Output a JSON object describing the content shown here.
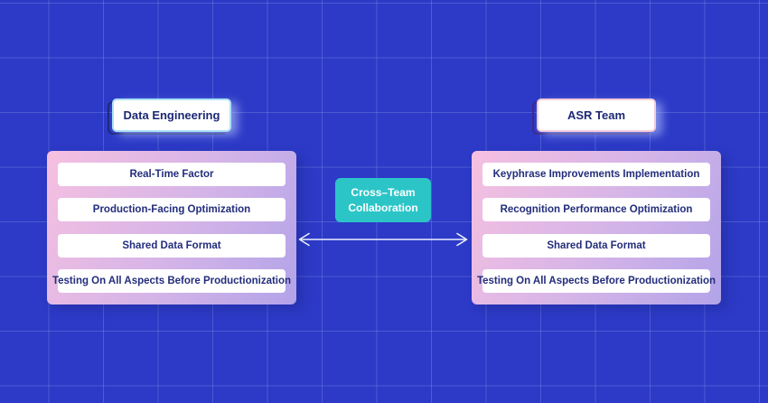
{
  "canvas": {
    "background_color": "#2c3ac7",
    "grid_line_color": "#aebcf0"
  },
  "teams": {
    "left": {
      "title": "Data Engineering",
      "accent_border_color": "#ace0f5",
      "offset_outline_color": "#1d2a7c",
      "items": [
        "Real-Time Factor",
        "Production-Facing Optimization",
        "Shared Data Format",
        "Testing On All Aspects Before Productionization"
      ]
    },
    "right": {
      "title": "ASR Team",
      "accent_border_color": "#f5ccd8",
      "offset_outline_color": "#3e2a88",
      "items": [
        "Keyphrase Improvements Implementation",
        "Recognition Performance Optimization",
        "Shared Data Format",
        "Testing On All Aspects Before Productionization"
      ]
    }
  },
  "panel": {
    "gradient_from": "#f6c0e0",
    "gradient_to": "#b2a3e8",
    "item_text_color": "#232d7c"
  },
  "collaboration": {
    "label_line1": "Cross–Team",
    "label_line2": "Collaboration",
    "background_color": "#2cc5c7",
    "text_color": "#ffffff"
  },
  "arrow": {
    "type": "double-headed",
    "color": "#e9edff"
  }
}
